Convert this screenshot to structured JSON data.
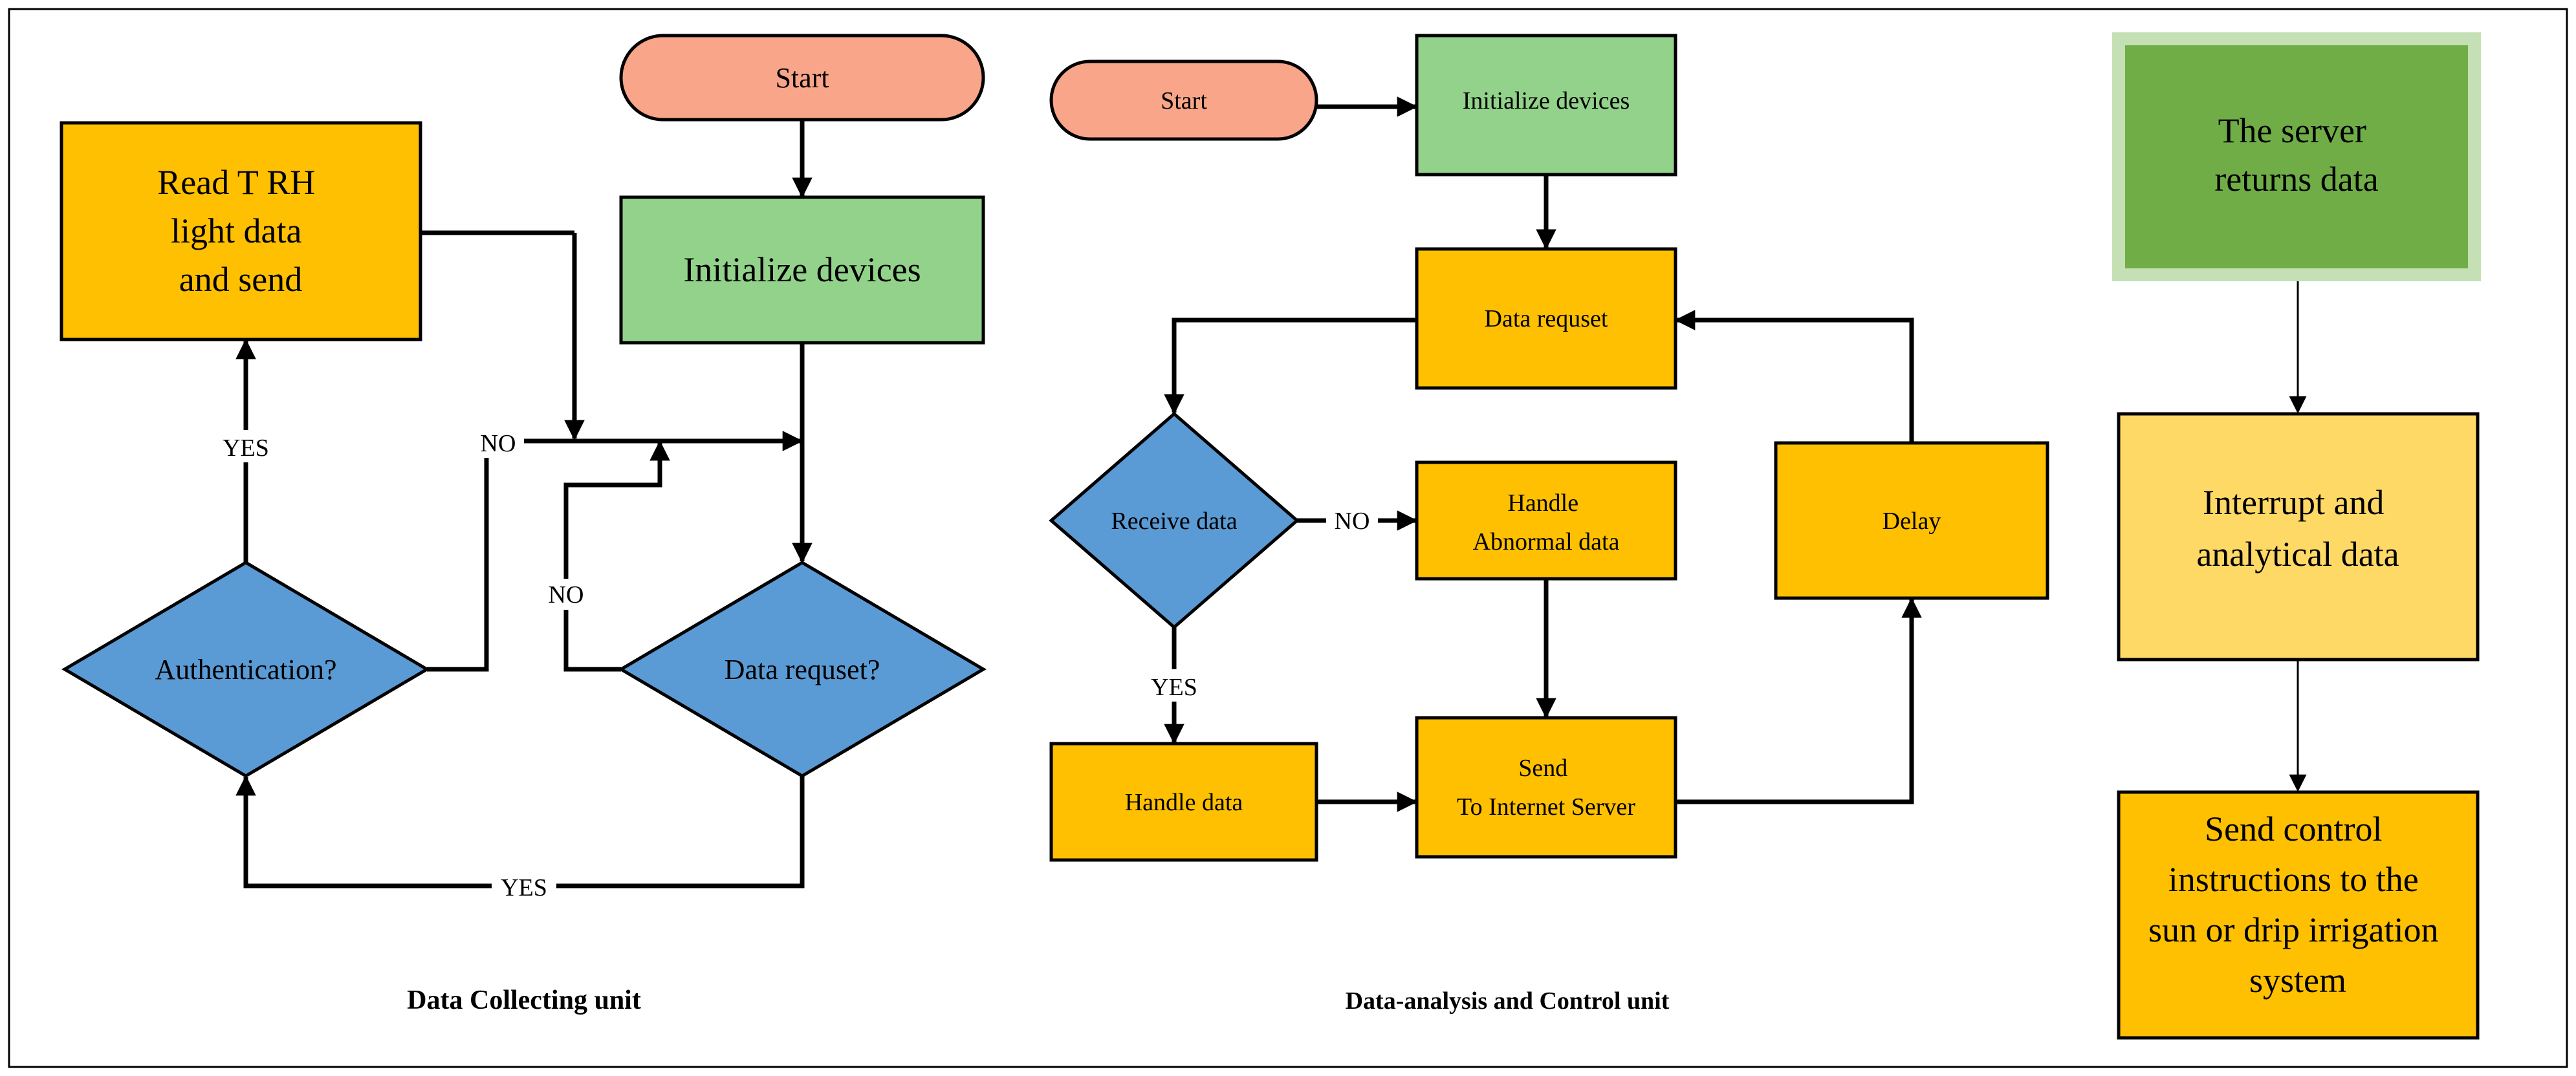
{
  "left_unit": {
    "start": "Start",
    "init": "Initialize  devices",
    "read": [
      "Read  T RH",
      "light data",
      "and send"
    ],
    "auth": "Authentication?",
    "request": "Data requset?",
    "yes1": "YES",
    "no1": "NO",
    "no2": "NO",
    "yes2": "YES",
    "caption": "Data Collecting unit"
  },
  "mid_unit": {
    "start": "Start",
    "init": "Initialize  devices",
    "request": "Data requset",
    "receive": "Receive data",
    "no": "NO",
    "abnormal": [
      "Handle",
      "Abnormal data"
    ],
    "yes": "YES",
    "handle": "Handle data",
    "send": [
      "Send",
      "To Internet Server"
    ],
    "delay": "Delay",
    "caption": "Data-analysis and Control unit"
  },
  "right_unit": {
    "server": [
      "The  server",
      "returns data"
    ],
    "interrupt": [
      "Interrupt and",
      "analytical data"
    ],
    "control": [
      "Send control",
      "instructions to the",
      "sun or drip irrigation",
      "system"
    ]
  },
  "colors": {
    "terminal": "#F9A58A",
    "init": "#92D28A",
    "process": "#FEC000",
    "decision": "#5B9BD5",
    "server_fill": "#70AD47",
    "server_border": "#C5E0B4",
    "interrupt": "#FFD966"
  }
}
